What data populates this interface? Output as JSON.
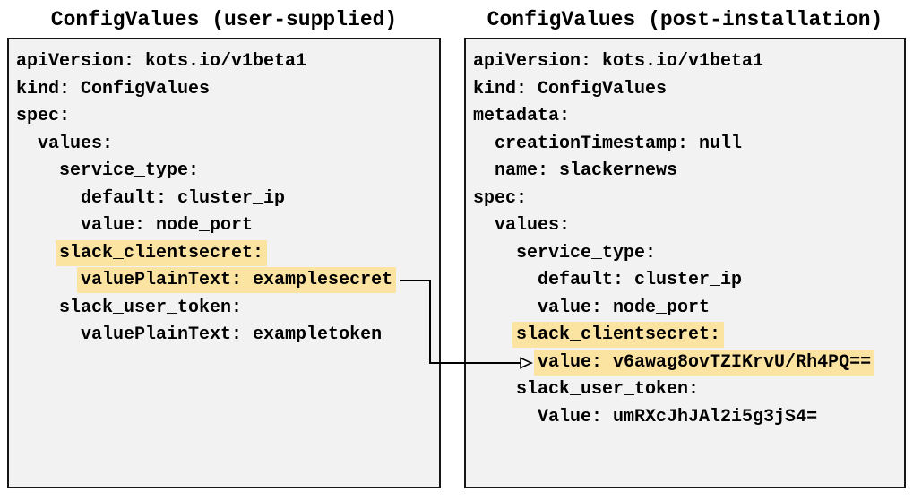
{
  "colors": {
    "page_bg": "#ffffff",
    "panel_bg": "#f2f2f2",
    "panel_border": "#161616",
    "highlight": "#fbe3a2",
    "text": "#000000",
    "arrow": "#000000"
  },
  "left_panel": {
    "title": "ConfigValues (user-supplied)",
    "lines": [
      {
        "indent": 0,
        "text": "apiVersion: kots.io/v1beta1",
        "highlight": false
      },
      {
        "indent": 0,
        "text": "kind: ConfigValues",
        "highlight": false
      },
      {
        "indent": 0,
        "text": "spec:",
        "highlight": false
      },
      {
        "indent": 2,
        "text": "values:",
        "highlight": false
      },
      {
        "indent": 4,
        "text": "service_type:",
        "highlight": false
      },
      {
        "indent": 6,
        "text": "default: cluster_ip",
        "highlight": false
      },
      {
        "indent": 6,
        "text": "value: node_port",
        "highlight": false
      },
      {
        "indent": 4,
        "text": "slack_clientsecret:",
        "highlight": true
      },
      {
        "indent": 6,
        "text": "valuePlainText: examplesecret",
        "highlight": true
      },
      {
        "indent": 4,
        "text": "slack_user_token:",
        "highlight": false
      },
      {
        "indent": 6,
        "text": "valuePlainText: exampletoken",
        "highlight": false
      }
    ]
  },
  "right_panel": {
    "title": "ConfigValues (post-installation)",
    "lines": [
      {
        "indent": 0,
        "text": "apiVersion: kots.io/v1beta1",
        "highlight": false
      },
      {
        "indent": 0,
        "text": "kind: ConfigValues",
        "highlight": false
      },
      {
        "indent": 0,
        "text": "metadata:",
        "highlight": false
      },
      {
        "indent": 2,
        "text": "creationTimestamp: null",
        "highlight": false
      },
      {
        "indent": 2,
        "text": "name: slackernews",
        "highlight": false
      },
      {
        "indent": 0,
        "text": "spec:",
        "highlight": false
      },
      {
        "indent": 2,
        "text": "values:",
        "highlight": false
      },
      {
        "indent": 4,
        "text": "service_type:",
        "highlight": false
      },
      {
        "indent": 6,
        "text": "default: cluster_ip",
        "highlight": false
      },
      {
        "indent": 6,
        "text": "value: node_port",
        "highlight": false
      },
      {
        "indent": 4,
        "text": "slack_clientsecret:",
        "highlight": true
      },
      {
        "indent": 6,
        "text": "value: v6awag8ovTZIKrvU/Rh4PQ==",
        "highlight": true
      },
      {
        "indent": 4,
        "text": "slack_user_token:",
        "highlight": false
      },
      {
        "indent": 6,
        "text": "Value: umRXcJhJAl2i5g3jS4=",
        "highlight": false
      }
    ]
  },
  "arrow": {
    "from_text": "valuePlainText: examplesecret",
    "to_text": "value: v6awag8ovTZIKrvU/Rh4PQ=="
  }
}
